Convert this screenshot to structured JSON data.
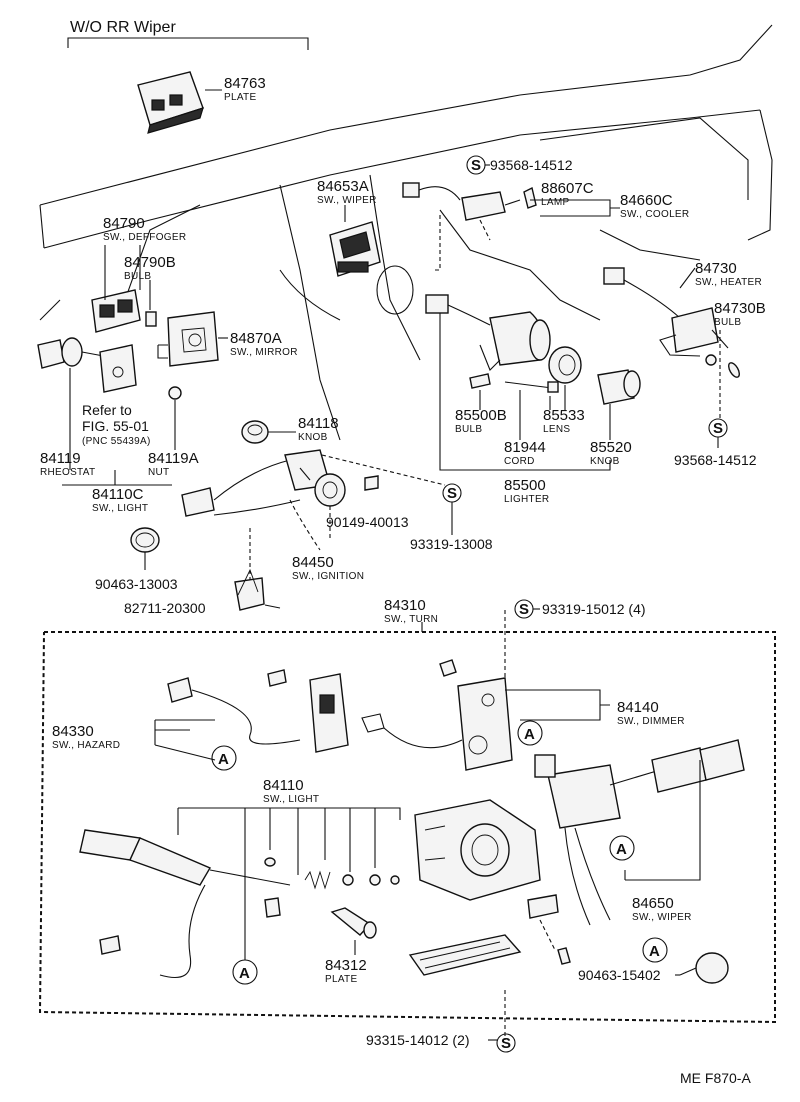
{
  "header": {
    "title": "W/O RR Wiper"
  },
  "diagram_code": "ME  F870-A",
  "callout": "A",
  "service_symbol": "S",
  "parts": [
    {
      "id": "p84763",
      "number": "84763",
      "name": "PLATE"
    },
    {
      "id": "p84653a",
      "number": "84653A",
      "name": "SW., WIPER"
    },
    {
      "id": "p84790",
      "number": "84790",
      "name": "SW., DEFFOGER"
    },
    {
      "id": "p84790b",
      "number": "84790B",
      "name": "BULB"
    },
    {
      "id": "p84870a",
      "number": "84870A",
      "name": "SW., MIRROR"
    },
    {
      "id": "p88607c",
      "number": "88607C",
      "name": "LAMP"
    },
    {
      "id": "p84660c",
      "number": "84660C",
      "name": "SW., COOLER"
    },
    {
      "id": "p84730",
      "number": "84730",
      "name": "SW., HEATER"
    },
    {
      "id": "p84730b",
      "number": "84730B",
      "name": "BULB"
    },
    {
      "id": "p84118",
      "number": "84118",
      "name": "KNOB"
    },
    {
      "id": "p84119",
      "number": "84119",
      "name": "RHEOSTAT"
    },
    {
      "id": "p84119a",
      "number": "84119A",
      "name": "NUT"
    },
    {
      "id": "p84110c",
      "number": "84110C",
      "name": "SW., LIGHT"
    },
    {
      "id": "p85500b",
      "number": "85500B",
      "name": "BULB"
    },
    {
      "id": "p85533",
      "number": "85533",
      "name": "LENS"
    },
    {
      "id": "p81944",
      "number": "81944",
      "name": "CORD"
    },
    {
      "id": "p85520",
      "number": "85520",
      "name": "KNOB"
    },
    {
      "id": "p85500",
      "number": "85500",
      "name": "LIGHTER"
    },
    {
      "id": "p84450",
      "number": "84450",
      "name": "SW., IGNITION"
    },
    {
      "id": "p84310",
      "number": "84310",
      "name": "SW., TURN"
    },
    {
      "id": "p84140",
      "number": "84140",
      "name": "SW., DIMMER"
    },
    {
      "id": "p84330",
      "number": "84330",
      "name": "SW., HAZARD"
    },
    {
      "id": "p84110",
      "number": "84110",
      "name": "SW., LIGHT"
    },
    {
      "id": "p84650",
      "number": "84650",
      "name": "SW., WIPER"
    },
    {
      "id": "p84312",
      "number": "84312",
      "name": "PLATE"
    }
  ],
  "fasteners": [
    {
      "id": "f9356814512a",
      "number": "93568-14512"
    },
    {
      "id": "f9356814512b",
      "number": "93568-14512"
    },
    {
      "id": "f9014940013",
      "number": "90149-40013"
    },
    {
      "id": "f9331913008",
      "number": "93319-13008"
    },
    {
      "id": "f9046313003",
      "number": "90463-13003"
    },
    {
      "id": "f8271120300",
      "number": "82711-20300"
    },
    {
      "id": "f9331915012",
      "number": "93319-15012 (4)"
    },
    {
      "id": "f9046315402",
      "number": "90463-15402"
    },
    {
      "id": "f9331514012",
      "number": "93315-14012 (2)"
    }
  ],
  "reference": {
    "line1": "Refer to",
    "line2": "FIG. 55-01",
    "line3": "(PNC 55439A)"
  }
}
